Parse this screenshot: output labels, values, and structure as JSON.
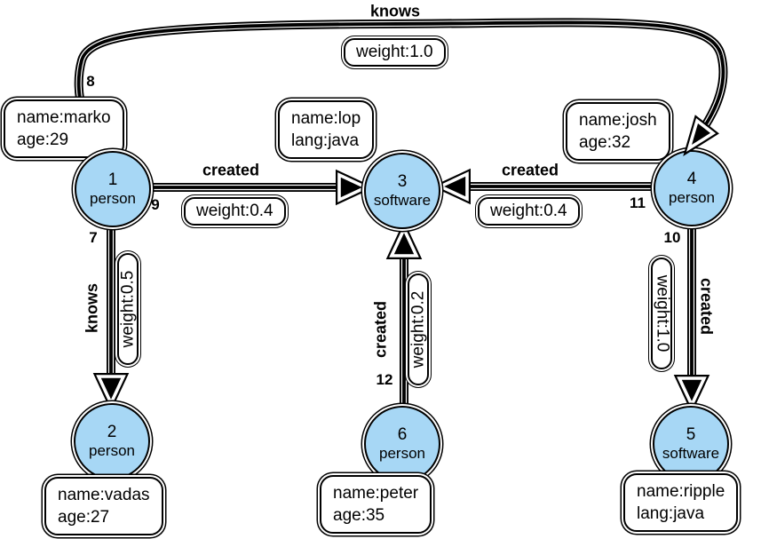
{
  "colors": {
    "node_fill": "#a7d7f5",
    "edge_color": "#000000",
    "box_fill": "#ffffff"
  },
  "nodes": [
    {
      "id": "1",
      "type": "person"
    },
    {
      "id": "2",
      "type": "person"
    },
    {
      "id": "3",
      "type": "software"
    },
    {
      "id": "4",
      "type": "person"
    },
    {
      "id": "5",
      "type": "software"
    },
    {
      "id": "6",
      "type": "person"
    }
  ],
  "property_boxes": [
    {
      "line1": "name:marko",
      "line2": "age:29"
    },
    {
      "line1": "name:lop",
      "line2": "lang:java"
    },
    {
      "line1": "name:josh",
      "line2": "age:32"
    },
    {
      "line1": "name:vadas",
      "line2": "age:27"
    },
    {
      "line1": "name:peter",
      "line2": "age:35"
    },
    {
      "line1": "name:ripple",
      "line2": "lang:java"
    }
  ],
  "edges": [
    {
      "id": "8",
      "label": "knows",
      "weight": "weight:1.0",
      "from": "1",
      "to": "4"
    },
    {
      "id": "9",
      "label": "created",
      "weight": "weight:0.4",
      "from": "1",
      "to": "3"
    },
    {
      "id": "11",
      "label": "created",
      "weight": "weight:0.4",
      "from": "4",
      "to": "3"
    },
    {
      "id": "7",
      "label": "knows",
      "weight": "weight:0.5",
      "from": "1",
      "to": "2"
    },
    {
      "id": "12",
      "label": "created",
      "weight": "weight:0.2",
      "from": "6",
      "to": "3"
    },
    {
      "id": "10",
      "label": "created",
      "weight": "weight:1.0",
      "from": "4",
      "to": "5"
    }
  ]
}
